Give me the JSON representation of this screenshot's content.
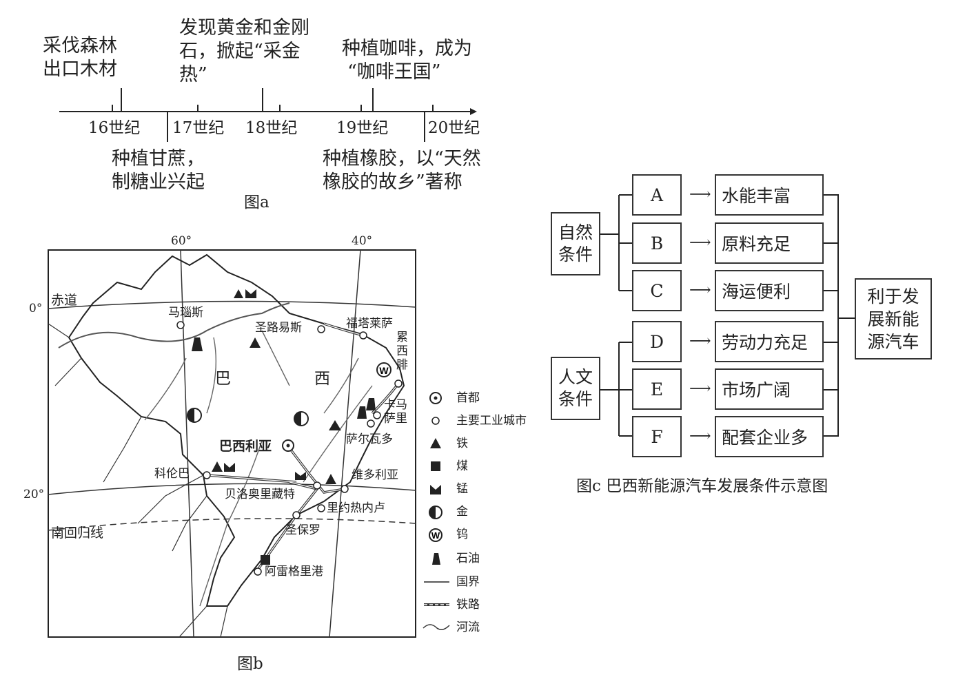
{
  "fig_a": {
    "caption": "图a",
    "centuries": [
      "16世纪",
      "17世纪",
      "18世纪",
      "19世纪",
      "20世纪"
    ],
    "events_top": [
      {
        "lines": [
          "采伐森林",
          "出口木材"
        ]
      },
      {
        "lines": [
          "发现黄金和金刚",
          "石，掀起“采金",
          "热”"
        ]
      },
      {
        "lines": [
          "种植咖啡，成为",
          "“咖啡王国”"
        ]
      }
    ],
    "events_bottom": [
      {
        "lines": [
          "种植甘蔗，",
          "制糖业兴起"
        ]
      },
      {
        "lines": [
          "种植橡胶，以“天然",
          "橡胶的故乡”著称"
        ]
      }
    ]
  },
  "fig_b": {
    "caption": "图b",
    "lon_labels": [
      "60°",
      "40°"
    ],
    "lat_labels": [
      "0°",
      "20°"
    ],
    "equator": "赤道",
    "tropic": "南回归线",
    "country": [
      "巴",
      "西"
    ],
    "capital": "巴西利亚",
    "cities": [
      "马瑙斯",
      "圣路易斯",
      "福塔莱萨",
      "累西腓",
      "卡马萨里",
      "萨尔瓦多",
      "科伦巴",
      "维多利亚",
      "贝洛奥里藏特",
      "里约热内卢",
      "圣保罗",
      "阿雷格里港"
    ],
    "legend": [
      {
        "icon": "capital-icon",
        "label": "首都"
      },
      {
        "icon": "city-icon",
        "label": "主要工业城市"
      },
      {
        "icon": "iron-icon",
        "label": "铁"
      },
      {
        "icon": "coal-icon",
        "label": "煤"
      },
      {
        "icon": "manganese-icon",
        "label": "锰"
      },
      {
        "icon": "gold-icon",
        "label": "金"
      },
      {
        "icon": "tungsten-icon",
        "label": "钨"
      },
      {
        "icon": "oil-icon",
        "label": "石油"
      },
      {
        "icon": "border-icon",
        "label": "国界"
      },
      {
        "icon": "railway-icon",
        "label": "铁路"
      },
      {
        "icon": "river-icon",
        "label": "河流"
      }
    ]
  },
  "fig_c": {
    "caption": "图c 巴西新能源汽车发展条件示意图",
    "natural": "自然条件",
    "human": "人文条件",
    "result": "利于发展新能源汽车",
    "factors": [
      {
        "letter": "A",
        "text": "水能丰富"
      },
      {
        "letter": "B",
        "text": "原料充足"
      },
      {
        "letter": "C",
        "text": "海运便利"
      },
      {
        "letter": "D",
        "text": "劳动力充足"
      },
      {
        "letter": "E",
        "text": "市场广阔"
      },
      {
        "letter": "F",
        "text": "配套企业多"
      }
    ]
  }
}
